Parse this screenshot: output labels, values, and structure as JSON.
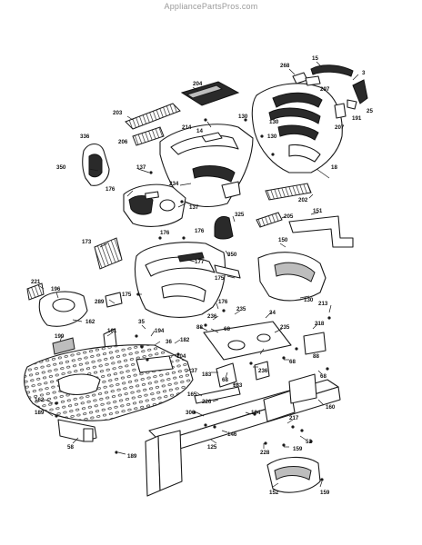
{
  "watermark": "AppliancePartsPros.com",
  "callouts": {
    "c15": "15",
    "c268": "268",
    "c3": "3",
    "c297": "297",
    "c204": "204",
    "c25": "25",
    "c191": "191",
    "c207": "207",
    "c203": "203",
    "c214": "214",
    "c130a": "130",
    "c130b": "130",
    "c130c": "130",
    "c14": "14",
    "c336": "336",
    "c206": "206",
    "c18": "18",
    "c350a": "350",
    "c137a": "137",
    "c234": "234",
    "c202": "202",
    "c176a": "176",
    "c137b": "137",
    "c325": "325",
    "c205": "205",
    "c151": "151",
    "c176b": "176",
    "c176c": "176",
    "c173": "173",
    "c350b": "350",
    "c150a": "150",
    "c177": "177",
    "c175a": "175",
    "c221": "221",
    "c175b": "175",
    "c196": "196",
    "c289": "289",
    "c176d": "176",
    "c130d": "130",
    "c213": "213",
    "c162a": "162",
    "c35": "35",
    "c236a": "236",
    "c235a": "235",
    "c34": "34",
    "c161": "161",
    "c194a": "194",
    "c88": "88",
    "c68a": "68",
    "c235b": "235",
    "c218": "218",
    "c199": "199",
    "c36": "36",
    "c182": "182",
    "c104": "104",
    "c183a": "183",
    "c236b": "236",
    "c68b": "68",
    "c68c": "68",
    "c37": "37",
    "c68d": "68",
    "c183b": "183",
    "c88b": "88",
    "c165": "165",
    "c226": "226",
    "c160": "160",
    "c162b": "162",
    "c189": "189",
    "c306": "306",
    "c194b": "194",
    "c217": "217",
    "c146": "146",
    "c52": "52",
    "c58": "58",
    "c125": "125",
    "c228": "228",
    "c159a": "159",
    "c189b": "189",
    "c152": "152",
    "c159b": "159"
  }
}
